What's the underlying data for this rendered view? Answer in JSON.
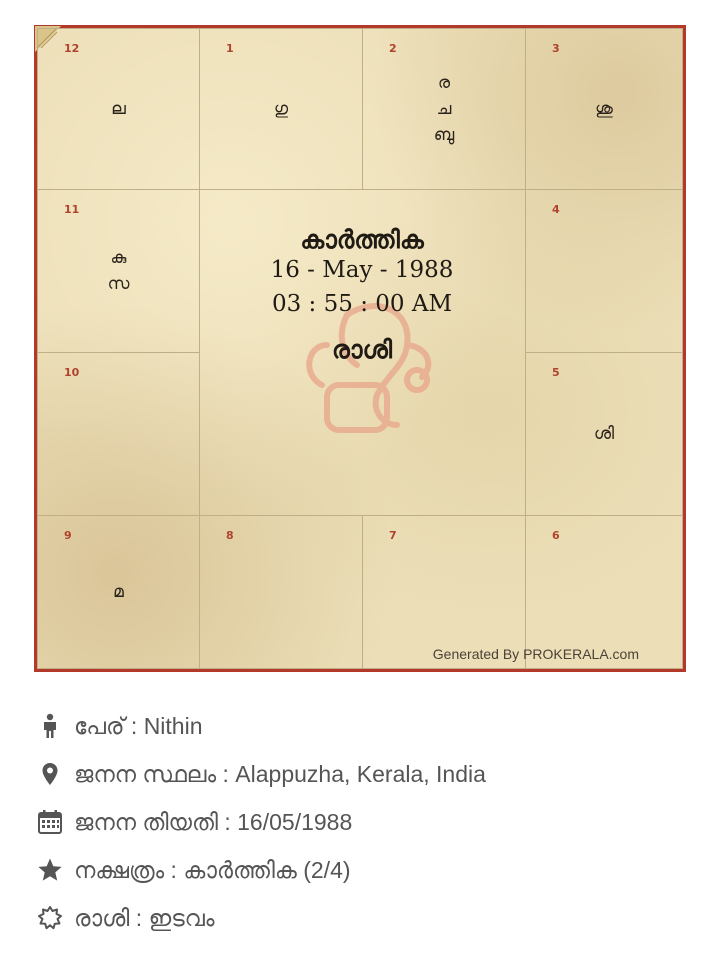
{
  "chart": {
    "houses": [
      {
        "num": "12",
        "planets": [
          "ല"
        ]
      },
      {
        "num": "1",
        "planets": [
          "ഗു"
        ]
      },
      {
        "num": "2",
        "planets": [
          "ര",
          "ച",
          "ബു"
        ]
      },
      {
        "num": "3",
        "planets": [
          "ശു"
        ]
      },
      {
        "num": "4",
        "planets": []
      },
      {
        "num": "5",
        "planets": [
          "ശി"
        ]
      },
      {
        "num": "6",
        "planets": []
      },
      {
        "num": "7",
        "planets": []
      },
      {
        "num": "8",
        "planets": []
      },
      {
        "num": "9",
        "planets": [
          "മ"
        ]
      },
      {
        "num": "10",
        "planets": []
      },
      {
        "num": "11",
        "planets": [
          "കു",
          "സ"
        ]
      }
    ],
    "center": {
      "nakshatra": "കാർത്തിക",
      "date": "16 - May - 1988",
      "time": "03 : 55 : 00 AM",
      "title": "രാശി"
    },
    "generated_by": "Generated By PROKERALA.com",
    "colors": {
      "border": "#b33a2a",
      "paper": "#ecdfb8",
      "house_num": "#b0432e",
      "ganesha": "#e8a58a"
    }
  },
  "details": [
    {
      "icon": "person-icon",
      "label": "പേര്",
      "value": "Nithin"
    },
    {
      "icon": "location-pin-icon",
      "label": "ജനന സ്ഥലം",
      "value": "Alappuzha, Kerala, India"
    },
    {
      "icon": "calendar-icon",
      "label": "ജനന തിയതി",
      "value": "16/05/1988"
    },
    {
      "icon": "star-icon",
      "label": "നക്ഷത്രം",
      "value": "കാർത്തിക (2/4)"
    },
    {
      "icon": "sun-icon",
      "label": "രാശി",
      "value": "ഇടവം"
    }
  ],
  "separator": " : "
}
